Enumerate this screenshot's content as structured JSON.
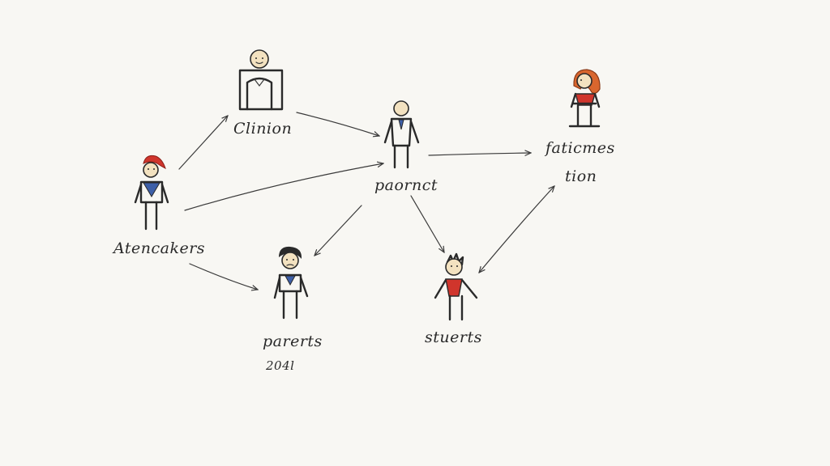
{
  "colors": {
    "ink": "#2a2a2a",
    "skin": "#f3e2c0",
    "blue": "#3d5fa8",
    "red": "#d0352c",
    "hair_orange": "#d9662e",
    "hair_dark": "#2a2a2a",
    "paper": "#f8f7f3"
  },
  "nodes": [
    {
      "id": "clinion",
      "label": "Clinion",
      "icon": "framed-person-icon"
    },
    {
      "id": "parent",
      "label": "paornct",
      "icon": "person-blue-tie-icon"
    },
    {
      "id": "faticmes",
      "label": "faticmes",
      "label2": "tion",
      "icon": "person-orange-hair-icon"
    },
    {
      "id": "atencakers",
      "label": "Atencakers",
      "icon": "person-red-hair-icon"
    },
    {
      "id": "parents",
      "label": "parerts",
      "label2": "204l",
      "icon": "person-dark-hair-icon"
    },
    {
      "id": "students",
      "label": "stuerts",
      "icon": "person-spiky-hair-icon"
    }
  ],
  "edges": [
    {
      "from": "atencakers",
      "to": "clinion"
    },
    {
      "from": "clinion",
      "to": "parent"
    },
    {
      "from": "atencakers",
      "to": "parent"
    },
    {
      "from": "parent",
      "to": "faticmes"
    },
    {
      "from": "parent",
      "to": "parents"
    },
    {
      "from": "parent",
      "to": "students"
    },
    {
      "from": "atencakers",
      "to": "parents"
    },
    {
      "from": "students",
      "to": "faticmes",
      "bidirectional": true
    }
  ]
}
